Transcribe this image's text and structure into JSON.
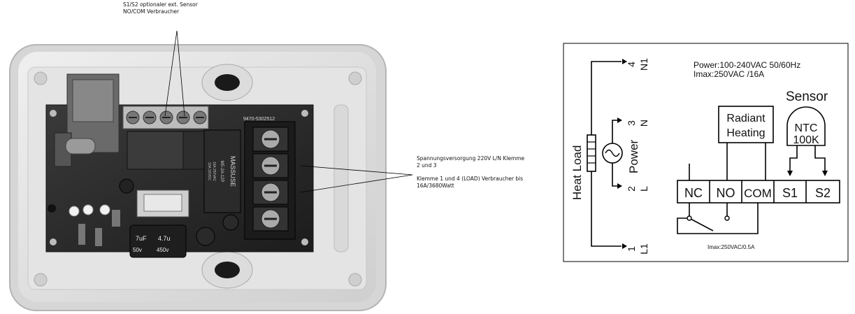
{
  "annotations": {
    "sensor_line1": "S1/S2 optionaler ext. Sensor",
    "sensor_line2": "NO/COM Verbraucher",
    "power_line1": "Spannungsversorgung 220V L/N Klemme",
    "power_line2": "2 und 3",
    "load_line1": "Klemme 1 und 4 (LOAD) Verbraucher bis",
    "load_line2": "16A/3680Watt"
  },
  "pcb": {
    "relay_label": "MASSUSE",
    "relay_model": "ME-2A-12P",
    "relay_rating1": "16A 250VAC",
    "relay_rating2": "16A 30VDC",
    "board_code": "9470-5302512",
    "cap_label1": "7uF",
    "cap_label2": "4.7u",
    "cap_label3": "450v",
    "cap_label4": "50v"
  },
  "wiring": {
    "power_spec_line1": "Power:100-240VAC  50/60Hz",
    "power_spec_line2": "Imax:250VAC /16A",
    "sensor_heading": "Sensor",
    "ntc_line1": "NTC",
    "ntc_line2": "100K",
    "radiant_line1": "Radiant",
    "radiant_line2": "Heating",
    "heat_load_label": "Heat Load",
    "power_label": "Power",
    "contact_max": "Imax:250VAC/0.5A",
    "terminal_4": "4",
    "terminal_3": "3",
    "terminal_2": "2",
    "terminal_1": "1",
    "terminal_n1": "N1",
    "terminal_n": "N",
    "terminal_l": "L",
    "terminal_l1": "L1",
    "term_nc": "NC",
    "term_no": "NO",
    "term_com": "COM",
    "term_s1": "S1",
    "term_s2": "S2"
  }
}
